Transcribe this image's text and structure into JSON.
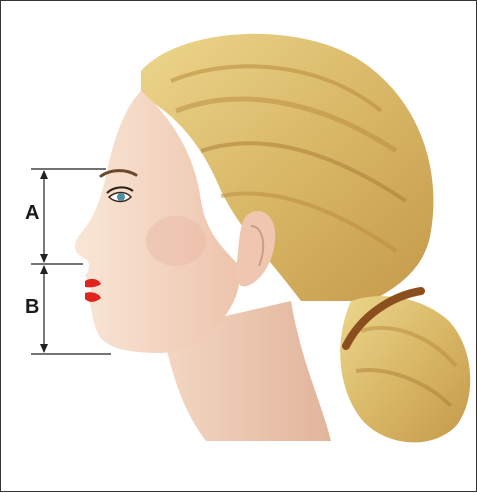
{
  "labels": {
    "a": "A",
    "b": "B"
  },
  "colors": {
    "frame": "#333333",
    "measure_line": "#222222",
    "hair_light": "#e3cc7f",
    "hair_dark": "#b98a3c",
    "skin": "#f4dcc8",
    "skin_shadow": "#e9b9a3",
    "lips": "#e0241e",
    "hair_tie": "#8a4f1c",
    "eye": "#4f8fa3"
  },
  "icons": [
    "woman-head-profile-illustration"
  ]
}
